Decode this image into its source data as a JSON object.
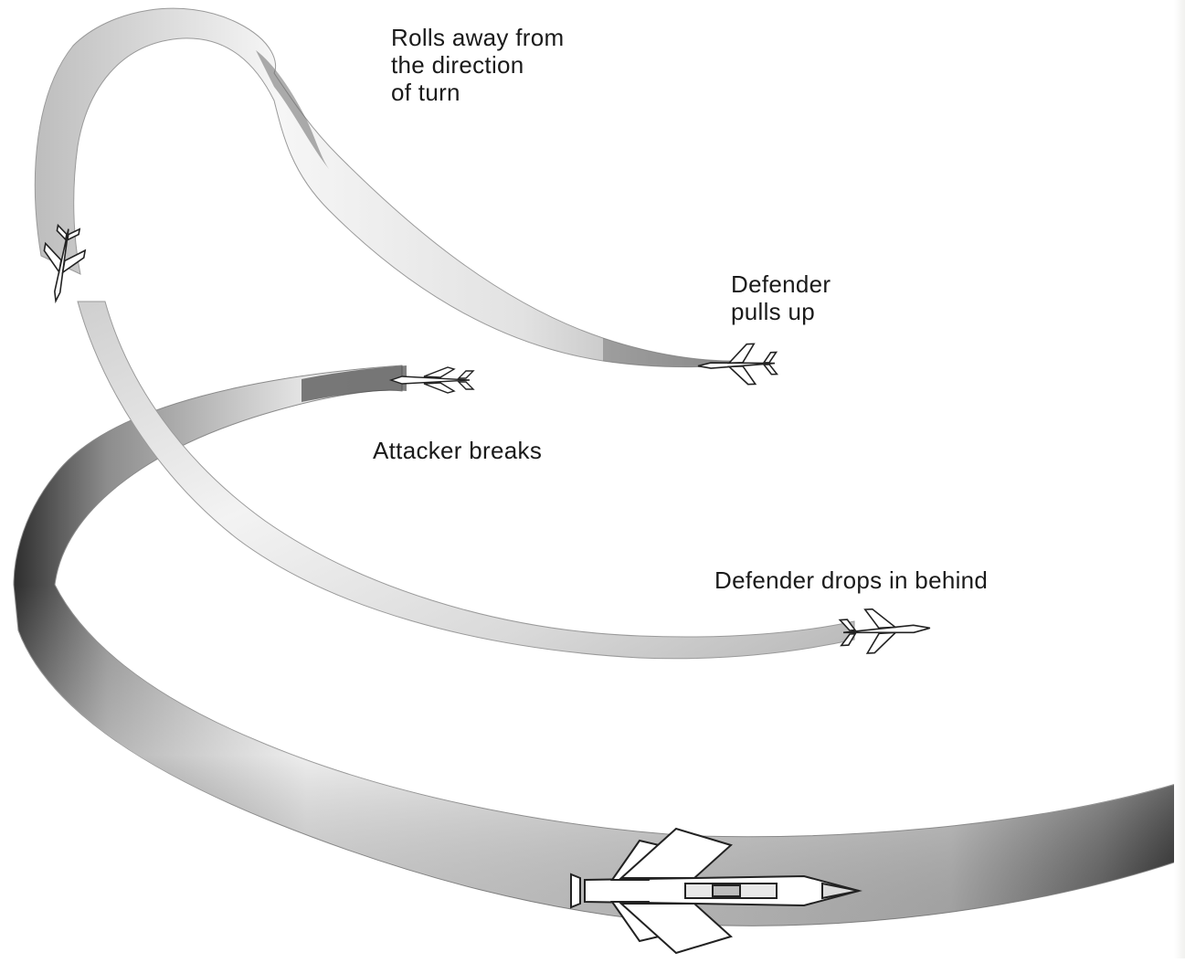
{
  "labels": {
    "rolls_away": "Rolls away from\nthe direction\nof turn",
    "defender_pulls_up": "Defender\npulls up",
    "attacker_breaks": "Attacker breaks",
    "defender_drops": "Defender drops in behind"
  },
  "colors": {
    "ribbon_light": "#f7f7f7",
    "ribbon_dark": "#3a3a3a",
    "ink": "#1a1a1a"
  }
}
